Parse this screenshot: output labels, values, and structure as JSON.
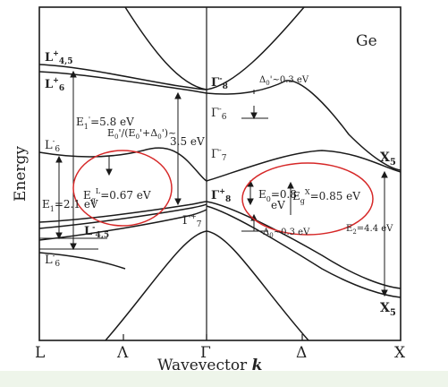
{
  "figure": {
    "material": "Ge",
    "y_axis_label": "Energy",
    "x_axis_label": "Wavevector",
    "x_axis_symbol": "k",
    "x_ticks": [
      "L",
      "Λ",
      "Γ",
      "Δ",
      "X"
    ]
  },
  "point_labels": {
    "L45_top": "L",
    "L45_top_sup": "+",
    "L45_top_sub": "4,5",
    "L6_top": "L",
    "L6_top_sup": "+",
    "L6_top_sub": "6",
    "L6_mid": "L",
    "L6_mid_sup": "-",
    "L6_mid_sub": "6",
    "L45_low": "L",
    "L45_low_sup": "-",
    "L45_low_sub": "4,5",
    "L6_low": "L",
    "L6_low_sup": "-",
    "L6_low_sub": "6",
    "G8_top": "Γ",
    "G8_top_sup": "-",
    "G8_top_sub": "8",
    "G6": "Γ",
    "G6_sup": "-",
    "G6_sub": "6",
    "G7_mid": "Γ",
    "G7_mid_sup": "-",
    "G7_mid_sub": "7",
    "G8_low": "Γ",
    "G8_low_sup": "+",
    "G8_low_sub": "8",
    "G7_low": "Γ",
    "G7_low_sup": "+",
    "G7_low_sub": "7",
    "X5_top": "X",
    "X5_top_sub": "5",
    "X5_bot": "X",
    "X5_bot_sub": "5"
  },
  "annotations": {
    "E1p": "E",
    "E1p_sub": "1",
    "E1p_sup": "'",
    "E1p_val": "=5.8 eV",
    "E0p_line1": "E",
    "E0p_line1_rest": "'/(E",
    "E0p_line1_rest2": "'+Δ",
    "E0p_line1_rest3": "')~",
    "E0p_val": "3.5 eV",
    "D0p": "Δ",
    "D0p_val": "'~0.3 eV",
    "E1": "E",
    "E1_sub": "1",
    "E1_val": "=2.1 eV",
    "EgL": "E",
    "EgL_sub": "g",
    "EgL_sup": "L",
    "EgL_val": "=0.67 eV",
    "E0": "E",
    "E0_sub": "0",
    "E0_val": "=0.8",
    "E0_unit": "eV",
    "EgX": "E",
    "EgX_sub": "g",
    "EgX_sup": "X",
    "EgX_val": "=0.85 eV",
    "D0": "Δ",
    "D0_sub": "0",
    "D0_val": "~0.3 eV",
    "E2": "E",
    "E2_sub": "2",
    "E2_val": "=4.4 eV"
  },
  "colors": {
    "curves": "#1a1a1a",
    "highlight_ellipse": "#d62828",
    "background": "#ffffff",
    "bottom_strip": "#eef5ea"
  }
}
